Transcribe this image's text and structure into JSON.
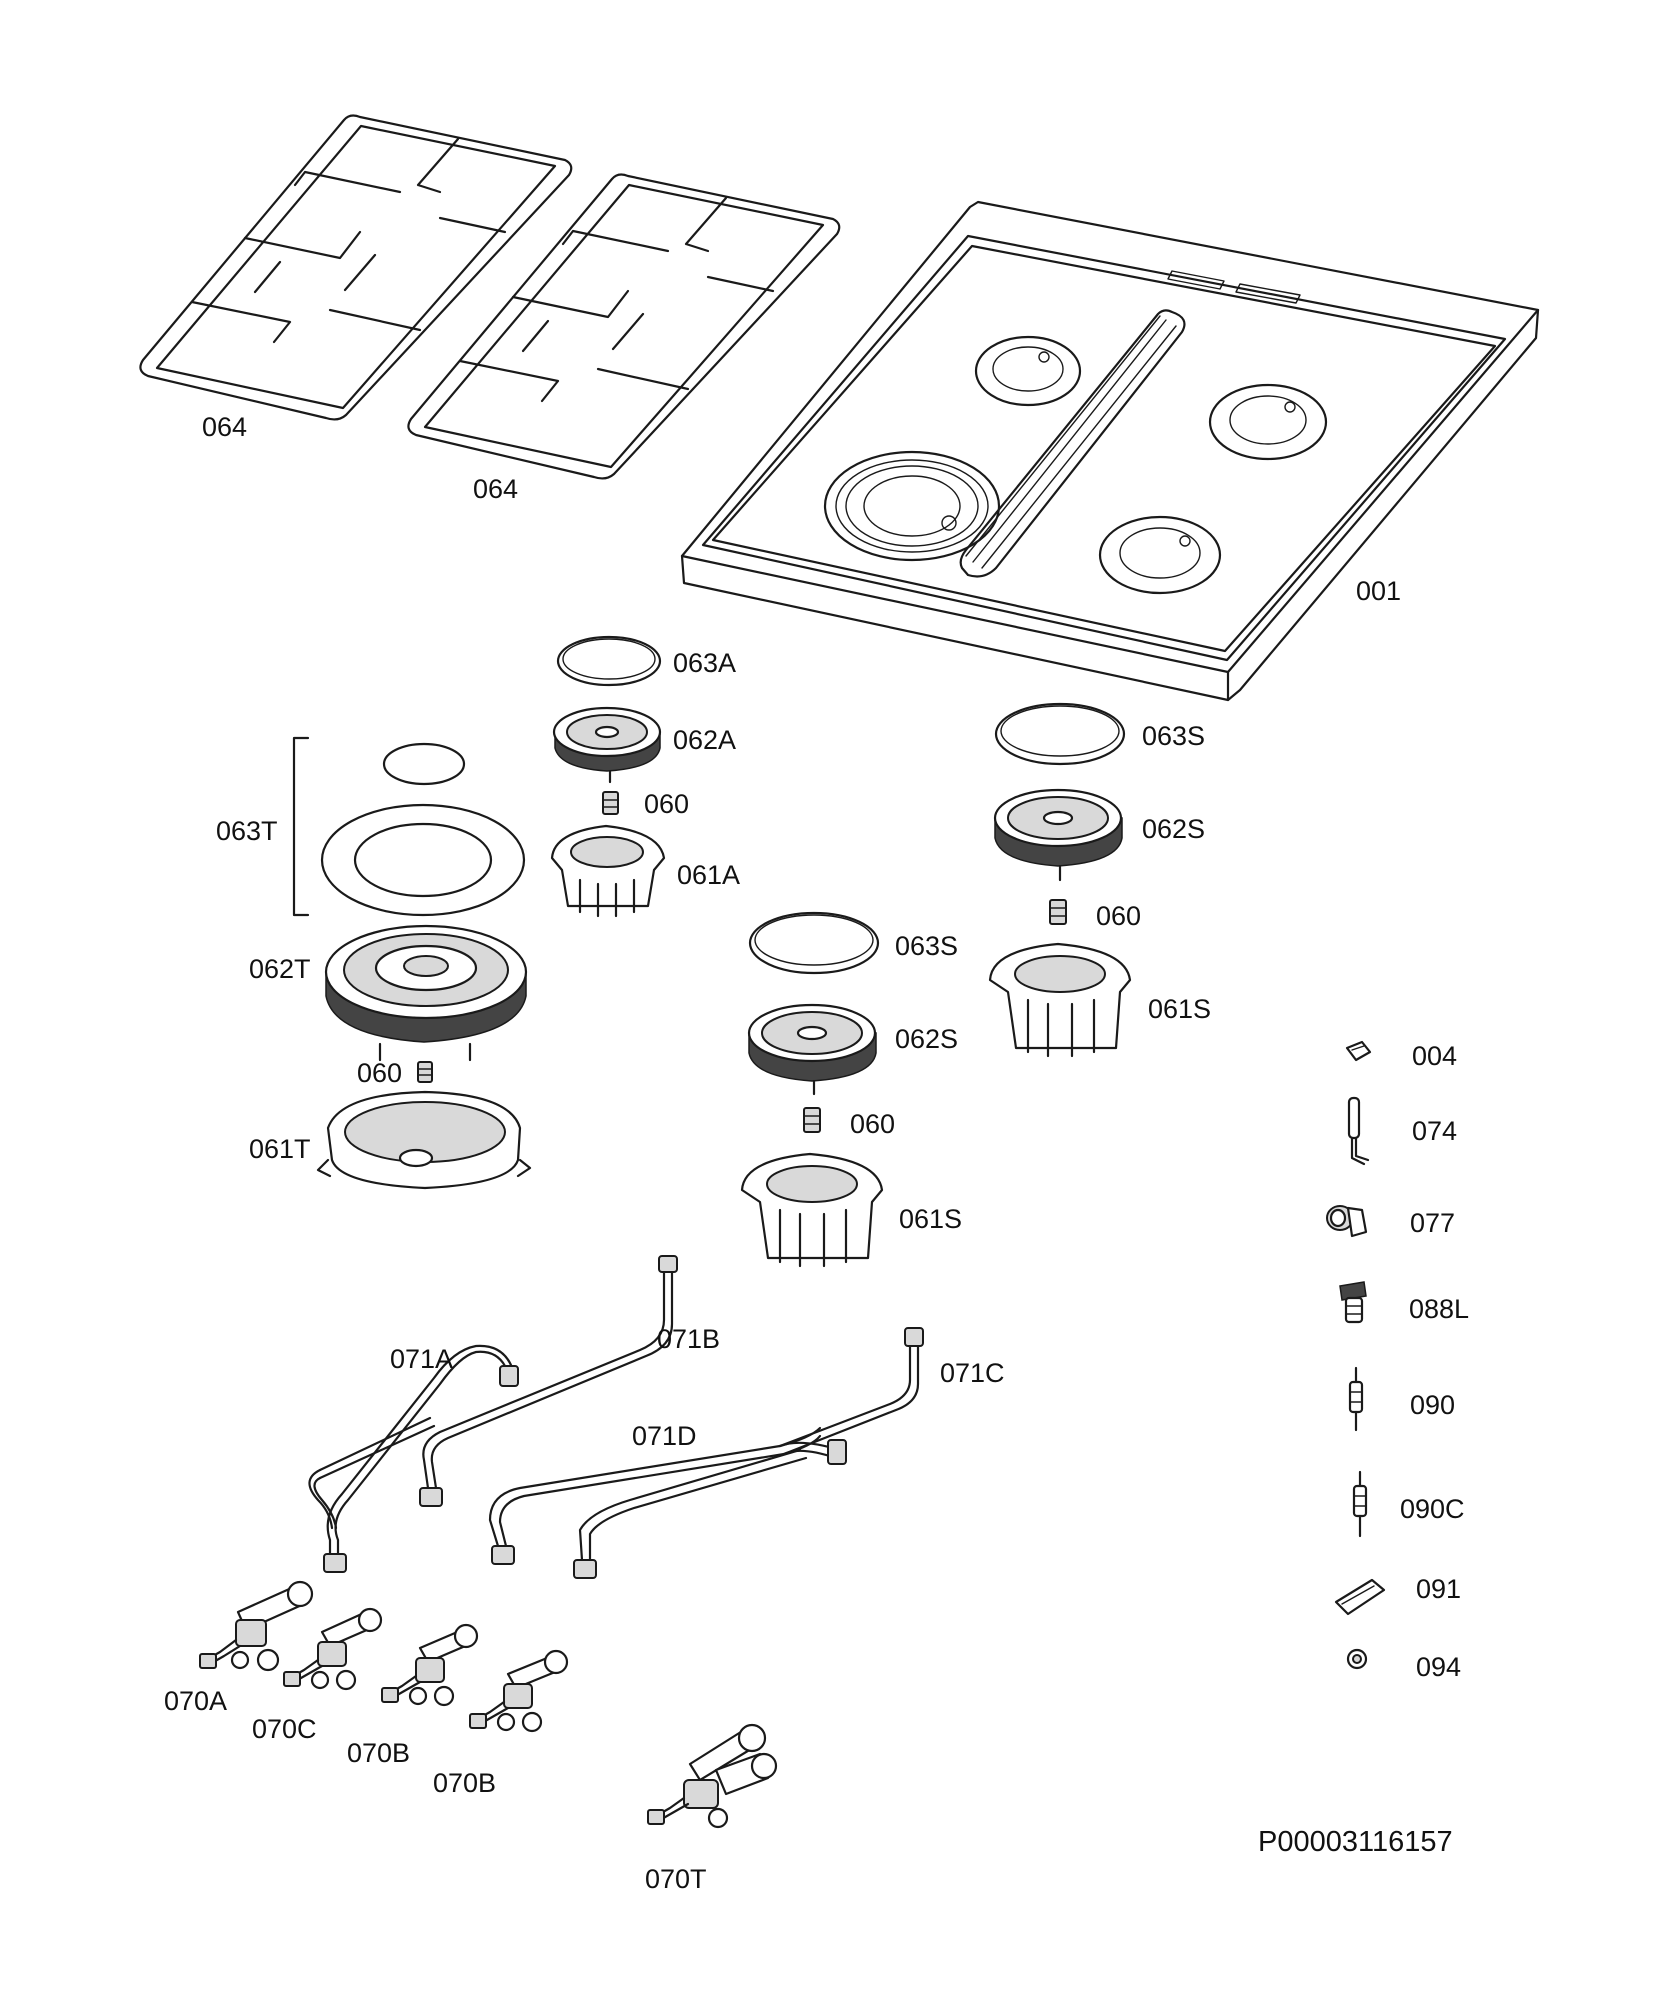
{
  "labels": {
    "grate_left": "064",
    "grate_right": "064",
    "hob_top": "001",
    "cap_063A": "063A",
    "crown_062A": "062A",
    "injector_a": "060",
    "cup_061A": "061A",
    "cap_063S_right": "063S",
    "crown_062S_right": "062S",
    "injector_s_right": "060",
    "cup_061S_right": "061S",
    "cap_set_063T": "063T",
    "crown_062T": "062T",
    "injector_t": "060",
    "cup_061T": "061T",
    "cap_063S_mid": "063S",
    "crown_062S_mid": "062S",
    "injector_s_mid": "060",
    "cup_061S_mid": "061S",
    "pipe_071A": "071A",
    "pipe_071B": "071B",
    "pipe_071C": "071C",
    "pipe_071D": "071D",
    "valve_070A": "070A",
    "valve_070C": "070C",
    "valve_070B_1": "070B",
    "valve_070B_2": "070B",
    "valve_070T": "070T",
    "part_004": "004",
    "part_074": "074",
    "part_077": "077",
    "part_088L": "088L",
    "part_090": "090",
    "part_090C": "090C",
    "part_091": "091",
    "part_094": "094"
  },
  "document_number": "P00003116157"
}
